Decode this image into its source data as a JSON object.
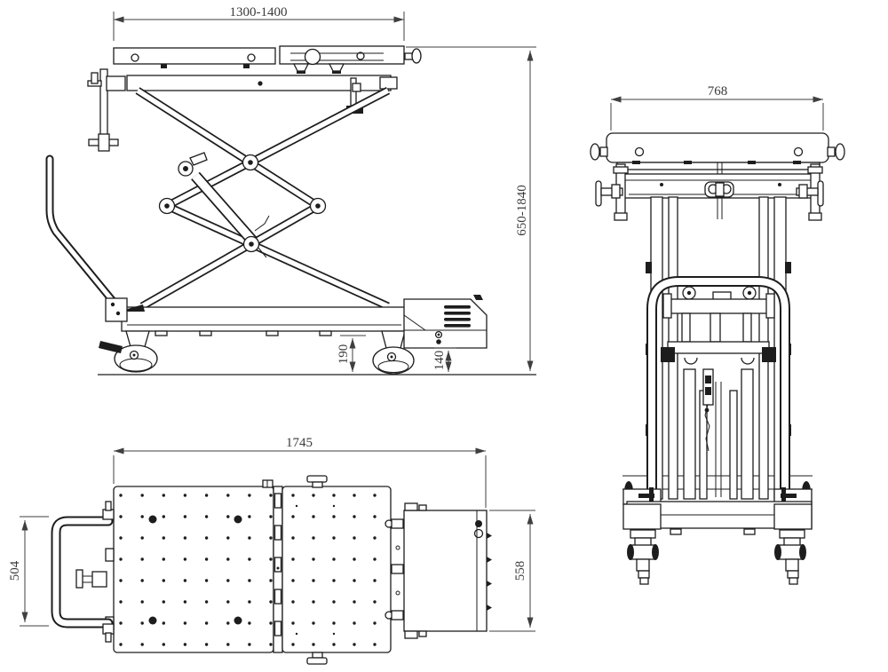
{
  "colors": {
    "background": "#ffffff",
    "line": "#1d1d1d",
    "dimension": "#3f3f3f"
  },
  "views": {
    "side": {
      "dim_width": "1300-1400",
      "dim_height": "650-1840",
      "dim_wheel": "190",
      "dim_box": "140"
    },
    "plan": {
      "dim_length": "1745",
      "dim_handle": "504",
      "dim_box": "558"
    },
    "front": {
      "dim_width": "768"
    }
  }
}
